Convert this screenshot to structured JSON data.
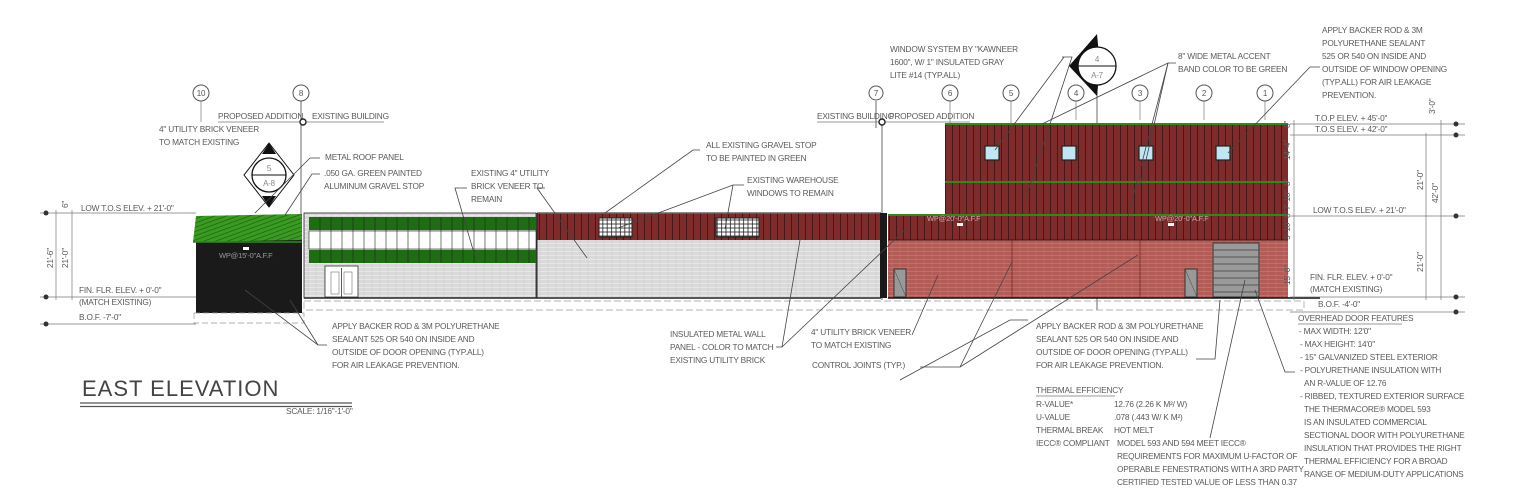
{
  "title": "EAST ELEVATION",
  "scale": "SCALE: 1/16\"-1'-0\"",
  "grid_bubbles": [
    "10",
    "8",
    "7",
    "6",
    "5",
    "4",
    "3",
    "2",
    "1"
  ],
  "section_markers": [
    {
      "number": "5",
      "sheet": "A-8"
    },
    {
      "number": "4",
      "sheet": "A-7"
    }
  ],
  "boundary_labels": {
    "left_proposed": "PROPOSED ADDITION",
    "left_existing": "EXISTING BUILDING",
    "right_existing": "EXISTING BUILDING",
    "right_proposed": "PROPOSED ADDITION"
  },
  "notes": {
    "brick_match": [
      "4\" UTILITY BRICK VENEER",
      "TO MATCH EXISTING"
    ],
    "roof_panel": [
      "METAL ROOF PANEL"
    ],
    "gravel_stop": [
      ".050 GA. GREEN PAINTED",
      "ALUMINUM GRAVEL STOP"
    ],
    "existing_brick": [
      "EXISTING 4\" UTILITY",
      "BRICK VENEER TO",
      "REMAIN"
    ],
    "paint_gravel": [
      "ALL EXISTING GRAVEL STOP",
      "TO BE PAINTED  IN GREEN"
    ],
    "warehouse_windows": [
      "EXISTING WAREHOUSE",
      "WINDOWS TO REMAIN"
    ],
    "window_system": [
      "WINDOW SYSTEM BY \"KAWNEER",
      "1600\", W/ 1\" INSULATED GRAY",
      "LITE #14 (TYP.ALL)"
    ],
    "accent_band": [
      "8\" WIDE METAL  ACCENT",
      "BAND  COLOR TO BE GREEN"
    ],
    "window_sealant": [
      "APPLY BACKER ROD & 3M",
      "POLYURETHANE SEALANT",
      "525 OR 540 ON INSIDE AND",
      "OUTSIDE OF WINDOW OPENING",
      "(TYP.ALL)  FOR AIR LEAKAGE",
      "PREVENTION."
    ],
    "door_sealant_left": [
      "APPLY BACKER ROD & 3M POLYURETHANE",
      "SEALANT 525 OR 540 ON INSIDE AND",
      "OUTSIDE OF DOOR OPENING (TYP.ALL)",
      "FOR AIR LEAKAGE PREVENTION."
    ],
    "metal_wall": [
      "INSULATED METAL WALL",
      "PANEL - COLOR TO MATCH",
      "EXISTING UTILITY BRICK"
    ],
    "brick_match_2": [
      "4\" UTILITY BRICK VENEER",
      "TO MATCH EXISTING"
    ],
    "control_joints": [
      "CONTROL JOINTS (TYP.)"
    ],
    "door_sealant_right": [
      "APPLY BACKER ROD & 3M POLYURETHANE",
      "SEALANT 525 OR 540 ON INSIDE AND",
      "OUTSIDE OF DOOR OPENING (TYP.ALL)",
      "FOR AIR LEAKAGE PREVENTION."
    ]
  },
  "wp_labels": [
    "WP@15'-0\"A.F.F",
    "WP@20'-0\"A.F.F",
    "WP@20'-0\"A.F.F"
  ],
  "left_levels": {
    "low_tos": "LOW T.O.S ELEV. + 21'-0\"",
    "fin_flr": "FIN. FLR. ELEV. + 0'-0\"",
    "match": "(MATCH EXISTING)",
    "bof": "B.O.F. -7'-0\"",
    "dims": [
      "6\"",
      "21'-6\"",
      "21'-0\""
    ]
  },
  "right_levels": {
    "top": "T.O.P ELEV. + 45'-0\"",
    "tos": "T.O.S ELEV. + 42'-0\"",
    "low_tos": "LOW T.O.S ELEV. + 21'-0\"",
    "fin_flr": "FIN. FLR. ELEV. + 0'-0\"",
    "match": "(MATCH EXISTING)",
    "bof": "B.O.F. -4'-0\"",
    "dims": [
      "3'-0\"",
      "21'-0\"",
      "42'-0\"",
      "21'-0\""
    ],
    "story_dims": [
      "8\"",
      "14'-4\"",
      "8\"",
      "7'-10\"",
      "8\"",
      "5'-10\"",
      "15'-0\""
    ]
  },
  "thermal": {
    "heading": "THERMAL EFFICIENCY",
    "rows": [
      {
        "label": "R-VALUE*",
        "value": "12.76 (2.26 K M²/ W)"
      },
      {
        "label": "U-VALUE",
        "value": ".078 (.443 W/ K M²)"
      },
      {
        "label": "THERMAL BREAK",
        "value": "HOT MELT"
      },
      {
        "label": "IECC® COMPLIANT",
        "value": "MODEL 593 AND 594 MEET IECC®"
      }
    ],
    "compliance_more": [
      "REQUIREMENTS FOR MAXIMUM U-FACTOR OF",
      "OPERABLE FENESTRATIONS WITH A 3RD PARTY",
      "CERTIFIED TESTED VALUE OF LESS THAN 0.37"
    ]
  },
  "overhead_door": {
    "heading": "OVERHEAD DOOR FEATURES",
    "lines": [
      "- MAX WIDTH:     12'0\"",
      "- MAX HEIGHT:    14'0\"",
      "- 15\" GALVANIZED STEEL EXTERIOR",
      "- POLYURETHANE INSULATION WITH",
      "  AN R-VALUE OF 12.76",
      "- RIBBED, TEXTURED EXTERIOR SURFACE",
      "  THE THERMACORE® MODEL 593",
      "  IS AN INSULATED COMMERCIAL",
      "  SECTIONAL DOOR WITH POLYURETHANE",
      "  INSULATION THAT PROVIDES THE RIGHT",
      "  THERMAL EFFICIENCY FOR A BROAD",
      "  RANGE OF MEDIUM-DUTY APPLICATIONS"
    ]
  },
  "colors": {
    "green": "#2f8a1c",
    "brick_dark": "#7a2a2a",
    "brick_light": "#b05a55",
    "gray_block": "#d4d4d4",
    "glass": "#bfe6f3",
    "black": "#1a1a1a"
  }
}
